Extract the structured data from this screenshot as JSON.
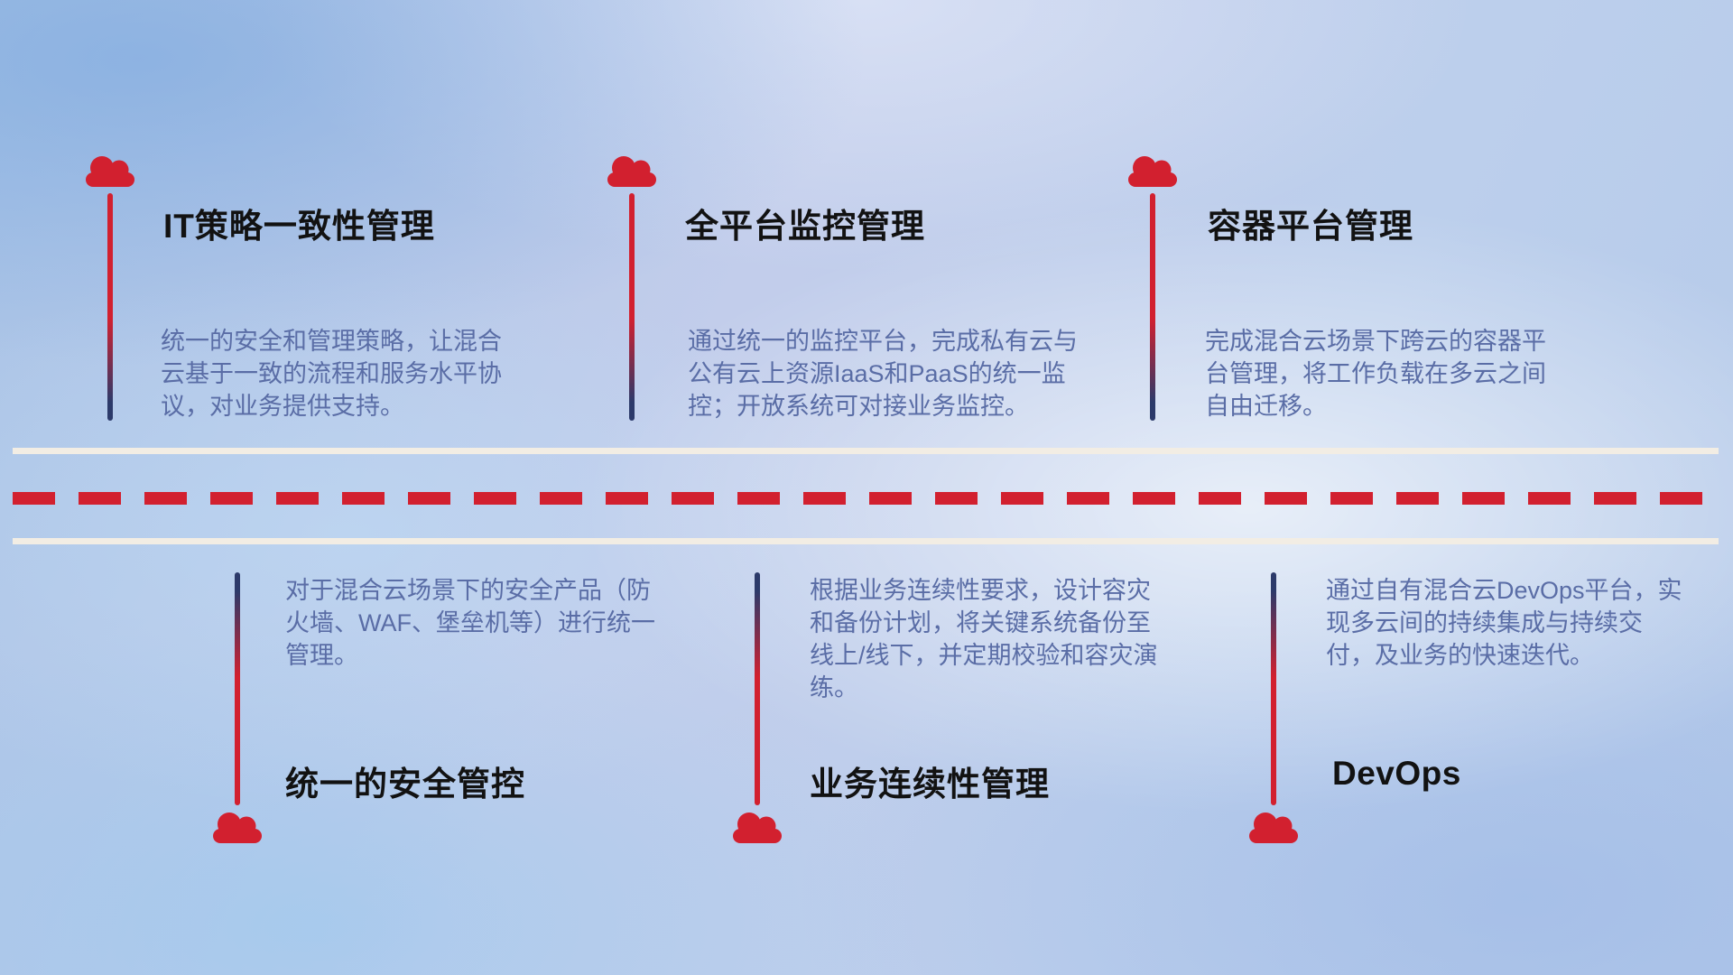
{
  "colors": {
    "cloud_red": "#d2202f",
    "stem_navy": "#2c3a6a",
    "title_text": "#121212",
    "desc_text": "#5a6da6",
    "road_white": "#f2ede4"
  },
  "top_items": [
    {
      "title": "IT策略一致性管理",
      "description": "统一的安全和管理策略，让混合云基于一致的流程和服务水平协议，对业务提供支持。"
    },
    {
      "title": "全平台监控管理",
      "description": "通过统一的监控平台，完成私有云与公有云上资源IaaS和PaaS的统一监控；开放系统可对接业务监控。"
    },
    {
      "title": "容器平台管理",
      "description": "完成混合云场景下跨云的容器平台管理，将工作负载在多云之间自由迁移。"
    }
  ],
  "bottom_items": [
    {
      "title": "统一的安全管控",
      "description": "对于混合云场景下的安全产品（防火墙、WAF、堡垒机等）进行统一管理。"
    },
    {
      "title": "业务连续性管理",
      "description": "根据业务连续性要求，设计容灾和备份计划，将关键系统备份至线上/线下，并定期校验和容灾演练。"
    },
    {
      "title": "DevOps",
      "description": "通过自有混合云DevOps平台，实现多云间的持续集成与持续交付，及业务的快速迭代。"
    }
  ]
}
